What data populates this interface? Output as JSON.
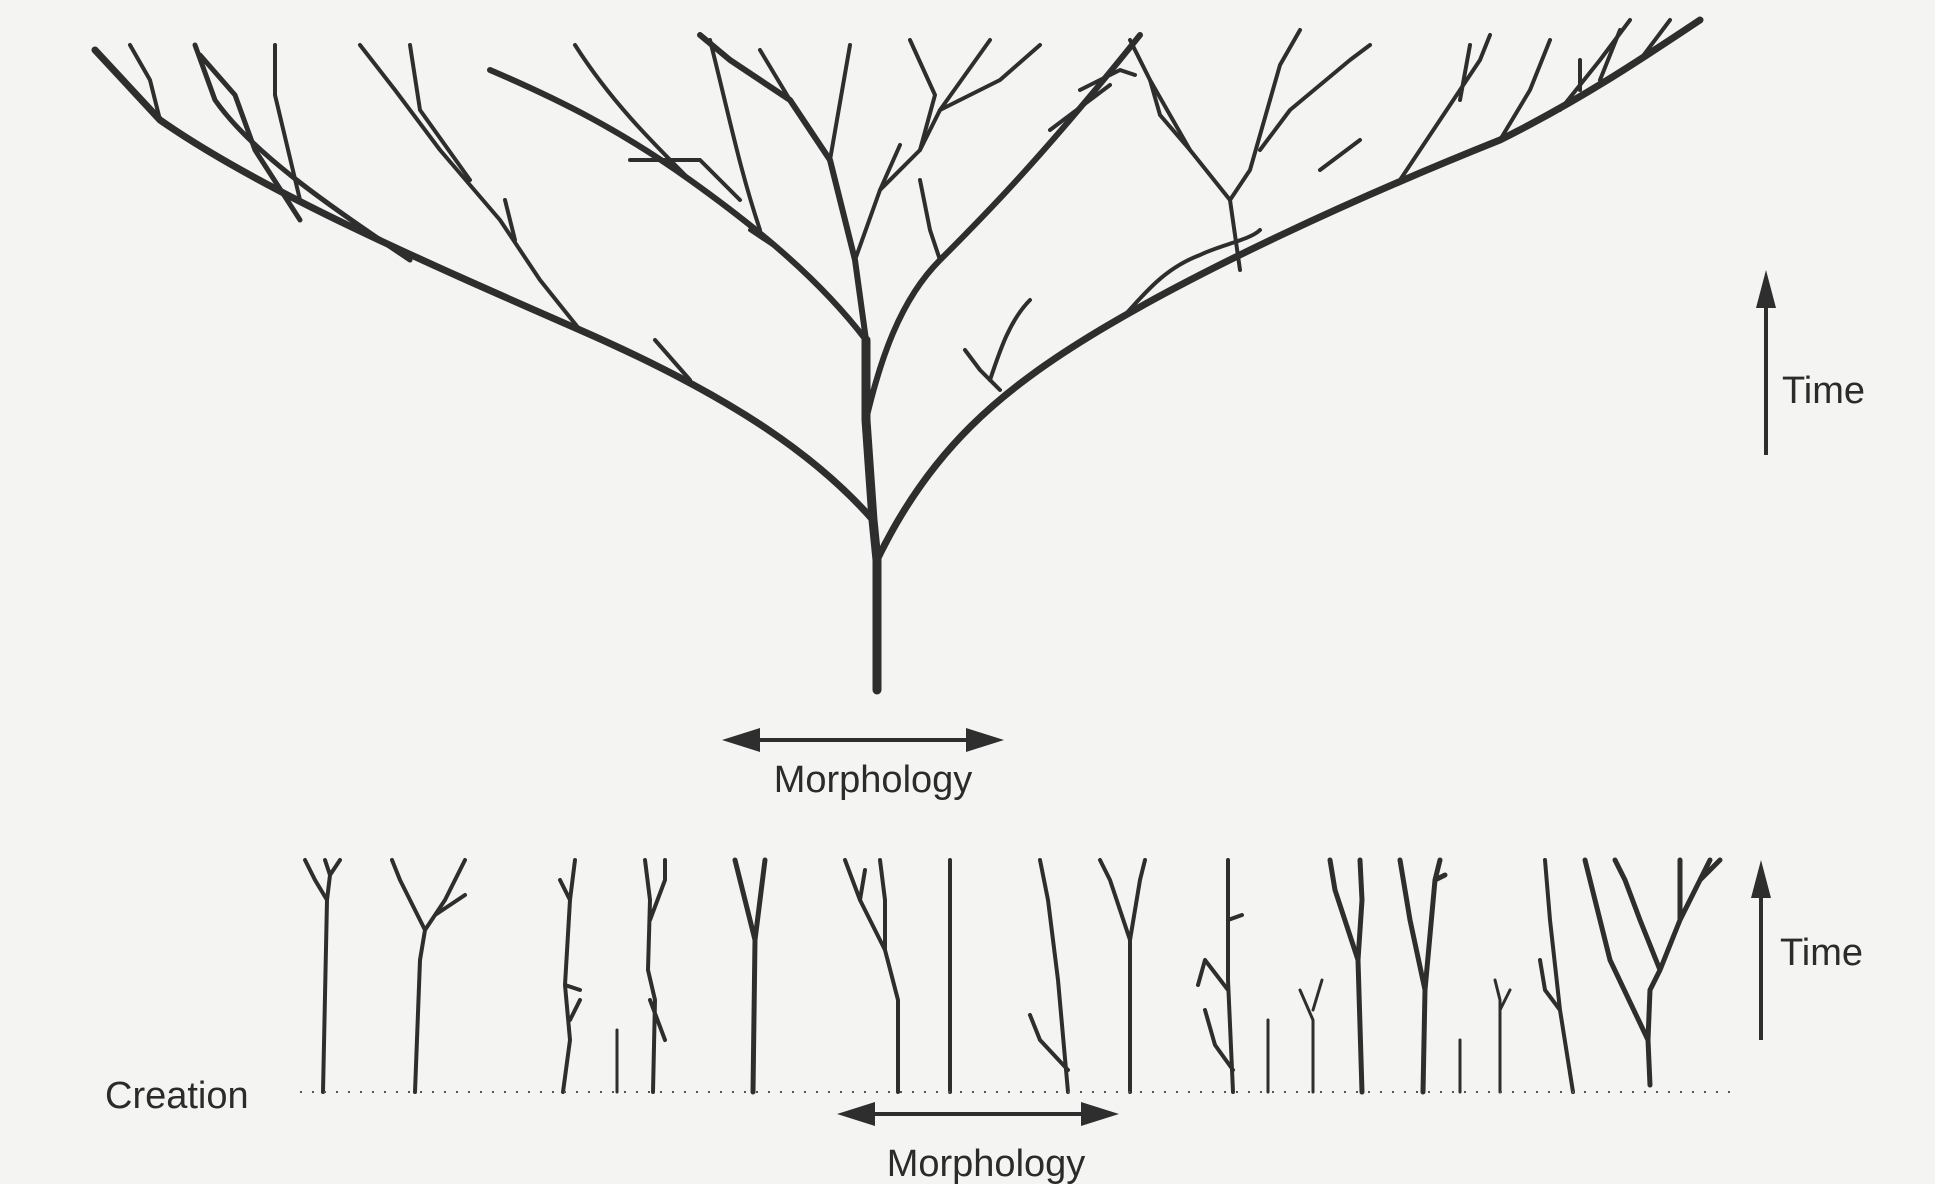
{
  "top_panel": {
    "axis_horizontal_label": "Morphology",
    "axis_vertical_label": "Time"
  },
  "bottom_panel": {
    "axis_horizontal_label": "Morphology",
    "axis_vertical_label": "Time",
    "baseline_label": "Creation"
  },
  "colors": {
    "background": "#f4f4f2",
    "ink": "#2e2e2e"
  }
}
